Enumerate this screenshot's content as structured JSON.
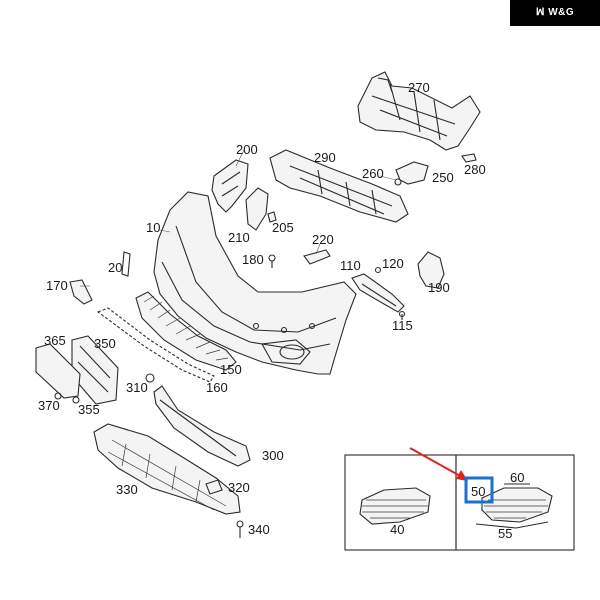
{
  "brand": {
    "label": "ꟽ W&G",
    "bg": "#000000",
    "fg": "#ffffff"
  },
  "highlight": {
    "color": "#1a6fd1",
    "arrow_color": "#e0241b",
    "part": "50"
  },
  "labels": {
    "p10": "10",
    "p20": "20",
    "p40": "40",
    "p50": "50",
    "p55": "55",
    "p60": "60",
    "p110": "110",
    "p115": "115",
    "p120": "120",
    "p150": "150",
    "p160": "160",
    "p170": "170",
    "p180": "180",
    "p190": "190",
    "p200": "200",
    "p205": "205",
    "p210": "210",
    "p220": "220",
    "p250": "250",
    "p260": "260",
    "p270": "270",
    "p280": "280",
    "p290": "290",
    "p300": "300",
    "p310": "310",
    "p320": "320",
    "p330": "330",
    "p340": "340",
    "p350": "350",
    "p355": "355",
    "p365": "365",
    "p370": "370"
  }
}
